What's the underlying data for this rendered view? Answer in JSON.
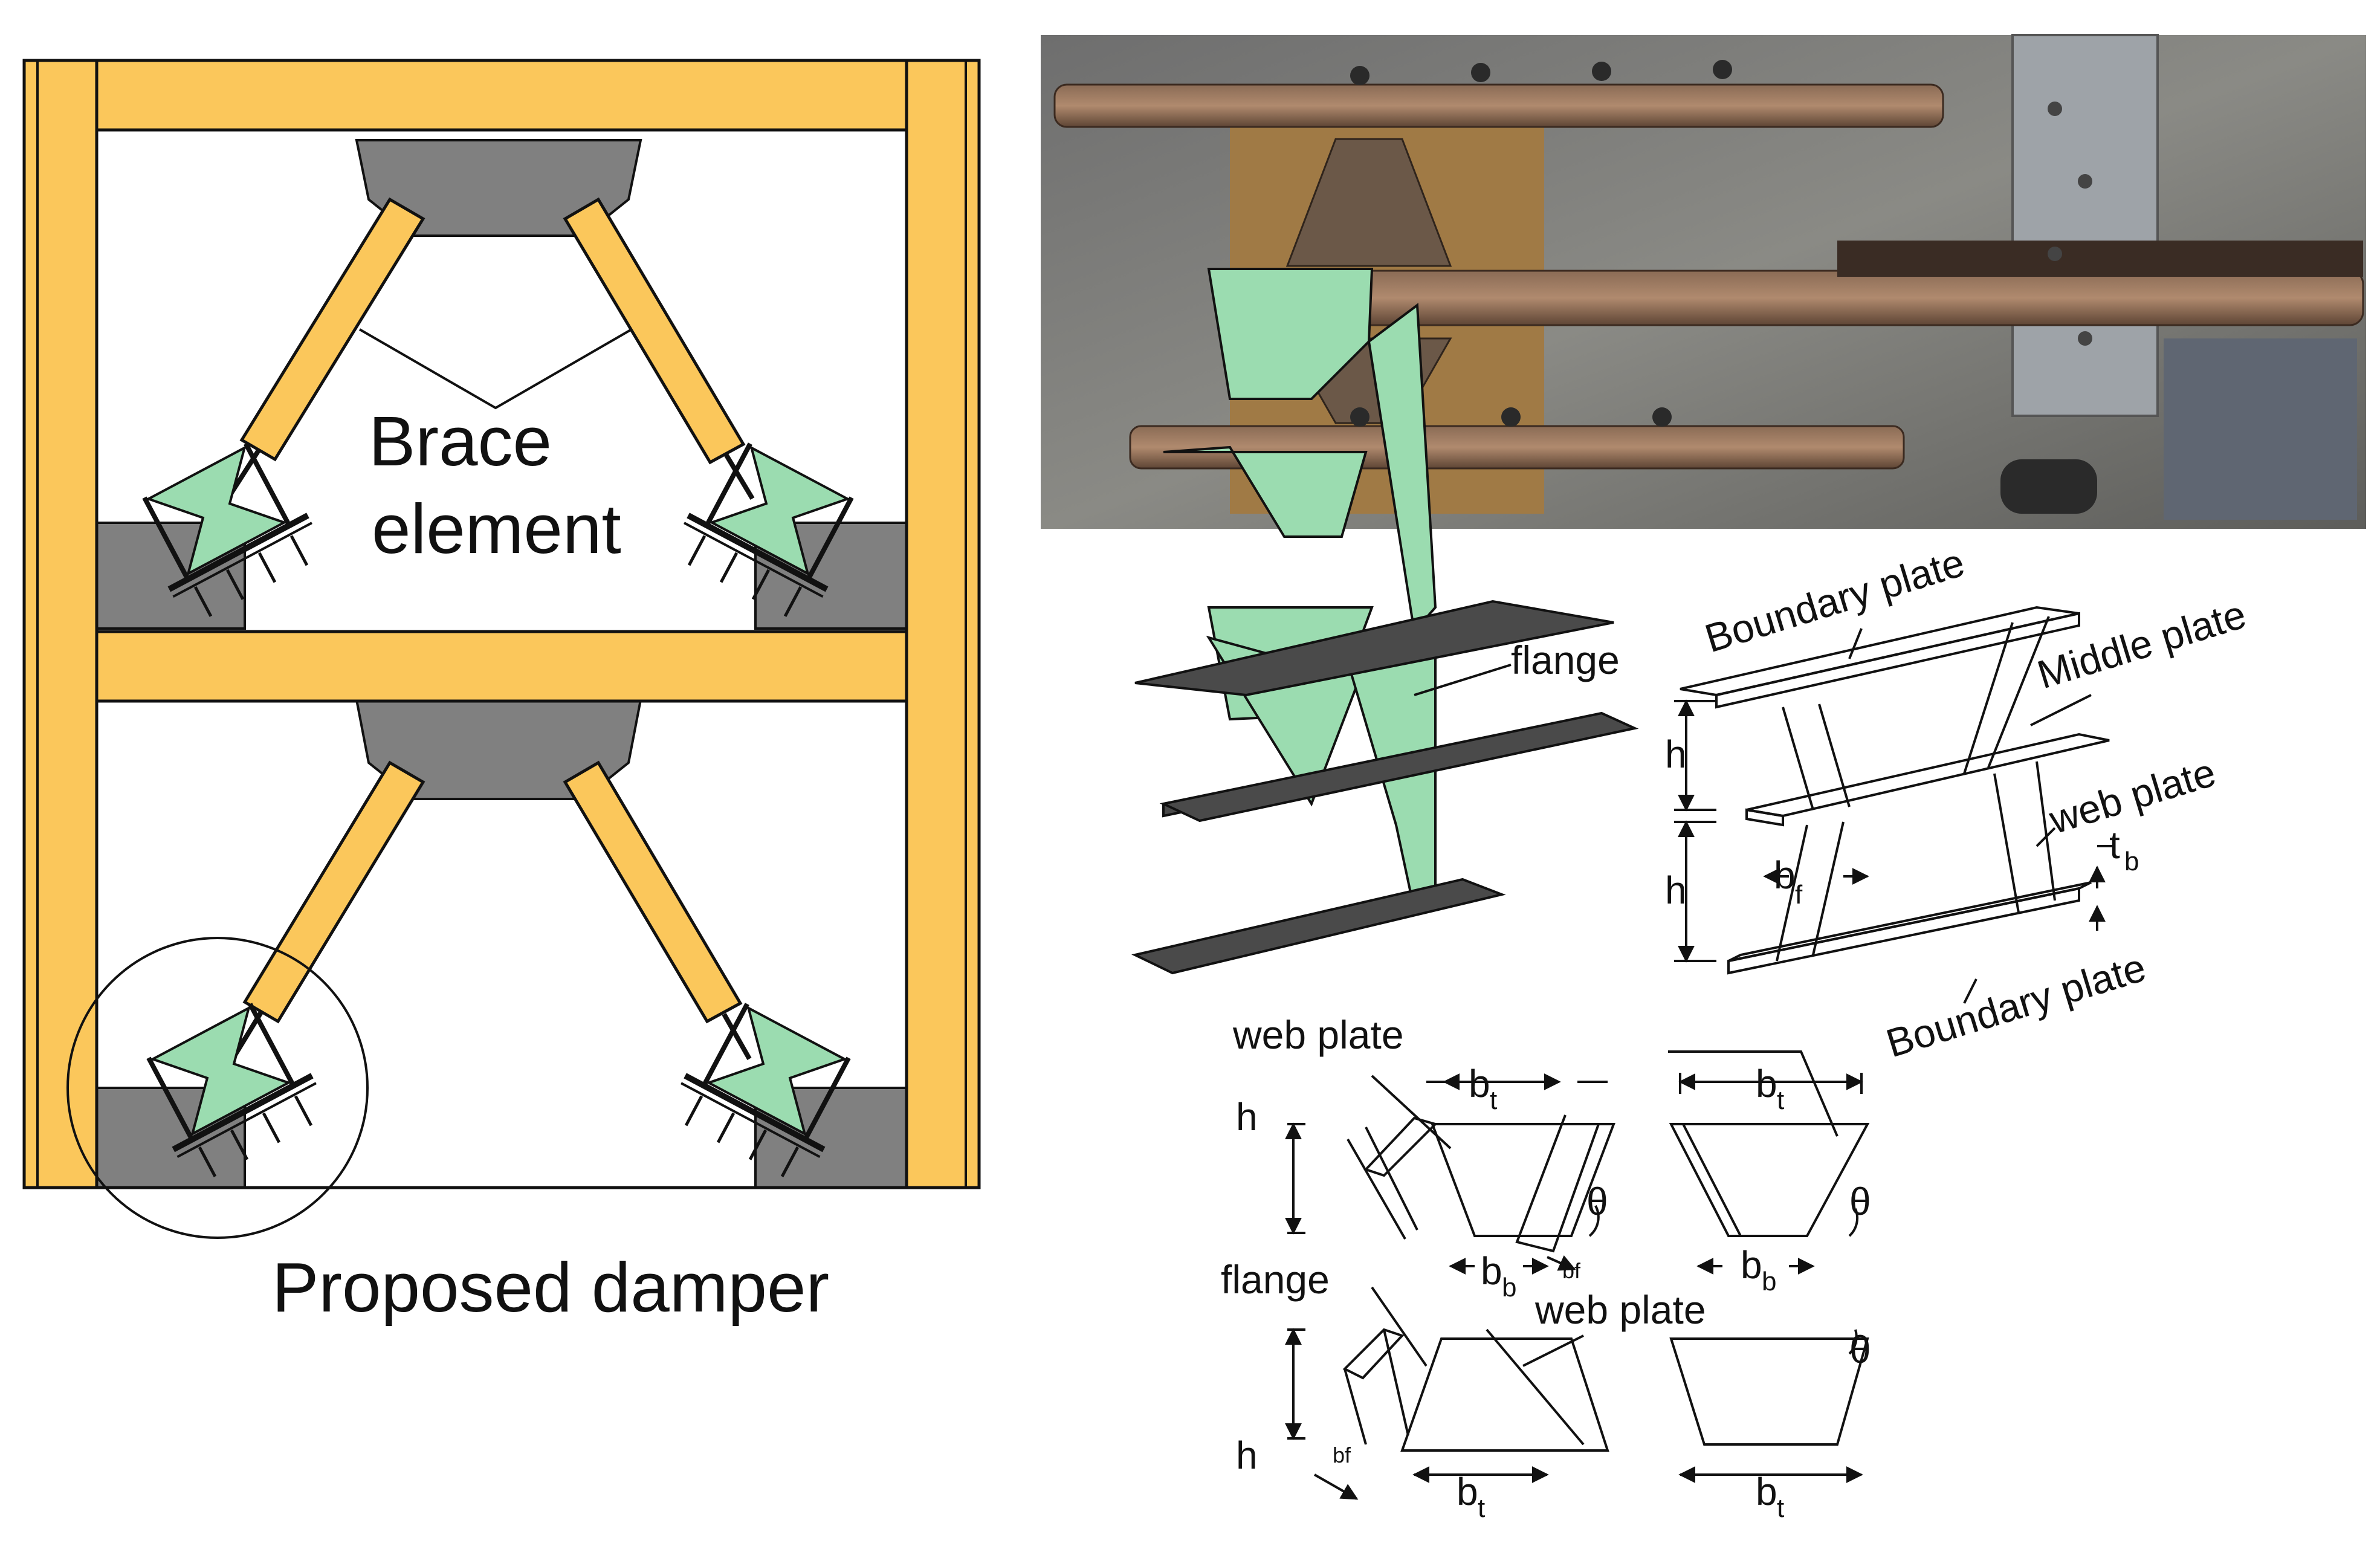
{
  "frame_panel": {
    "brace_label_line1": "Brace",
    "brace_label_line2": "element",
    "caption": "Proposed damper"
  },
  "photo_panel": {},
  "iso_panel": {
    "flange_label": "flange",
    "boundary_plate_top": "Boundary plate",
    "middle_plate": "Middle plate",
    "web_plate": "web plate",
    "boundary_plate_bottom": "Boundary plate",
    "dim_h": "h",
    "dim_bf": "b",
    "dim_bf_sub": "f",
    "dim_tb": "t",
    "dim_tb_sub": "b"
  },
  "detail_panel": {
    "web_plate_top": "web plate",
    "web_plate_bottom": "web plate",
    "flange_label": "flange",
    "dim_h": "h",
    "dim_bt": "b",
    "dim_bt_sub": "t",
    "dim_bb": "b",
    "dim_bb_sub": "b",
    "dim_bf": "bf",
    "theta": "θ"
  },
  "colors": {
    "steel_yellow": "#fbc75b",
    "damper_green": "#9bdcb0",
    "support_gray": "#808080",
    "plate_dark": "#4a4a4a",
    "outline": "#111111"
  }
}
